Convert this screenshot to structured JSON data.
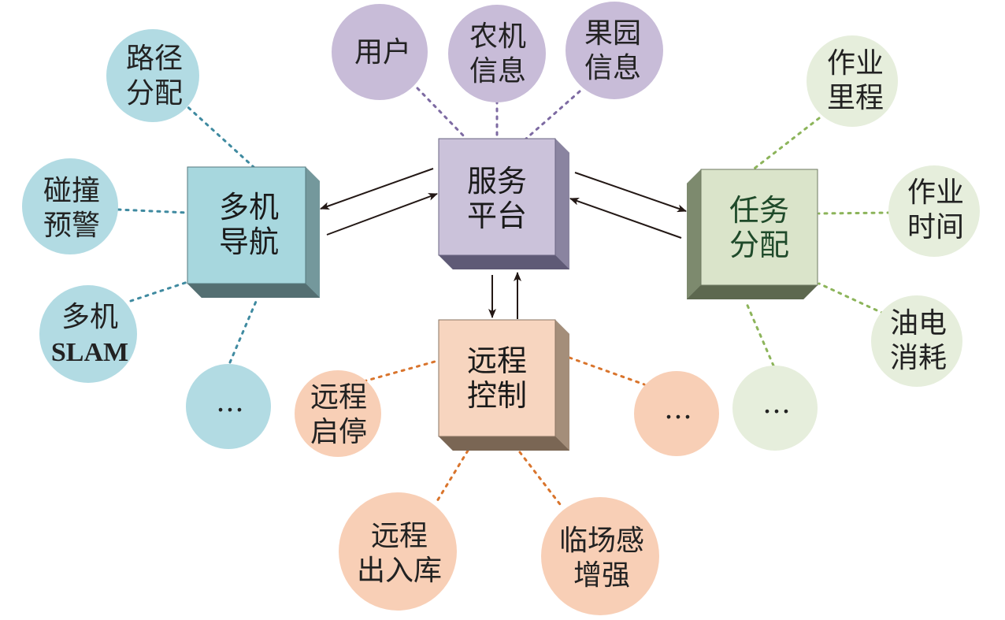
{
  "colors": {
    "teal_box": "#a7d7de",
    "teal_circle": "#b2dbe3",
    "teal_line": "#3f8aa0",
    "purple_box": "#cbc2da",
    "purple_circle": "#c8bcd8",
    "purple_line": "#7d6aa2",
    "green_box": "#dae4ca",
    "green_circle": "#e6eedc",
    "green_line": "#8cb45a",
    "orange_box": "#f7d5bf",
    "orange_circle": "#f8cfb6",
    "orange_line": "#d9742c",
    "arrow": "#231815"
  },
  "boxes": {
    "service": [
      "服务",
      "平台"
    ],
    "navigation": [
      "多机",
      "导航"
    ],
    "task": [
      "任务",
      "分配"
    ],
    "remote": [
      "远程",
      "控制"
    ]
  },
  "nodes": {
    "user": [
      "用户"
    ],
    "machine_info": [
      "农机",
      "信息"
    ],
    "orchard_info": [
      "果园",
      "信息"
    ],
    "path_allocation": [
      "路径",
      "分配"
    ],
    "collision_warning": [
      "碰撞",
      "预警"
    ],
    "multi_slam": [
      "多机",
      "SLAM"
    ],
    "nav_more": [
      "…"
    ],
    "work_mileage": [
      "作业",
      "里程"
    ],
    "work_time": [
      "作业",
      "时间"
    ],
    "fuel_power": [
      "油电",
      "消耗"
    ],
    "task_more": [
      "…"
    ],
    "remote_start_stop": [
      "远程",
      "启停"
    ],
    "remote_more": [
      "…"
    ],
    "remote_in_out": [
      "远程",
      "出入库"
    ],
    "presence_enhance": [
      "临场感",
      "增强"
    ]
  }
}
